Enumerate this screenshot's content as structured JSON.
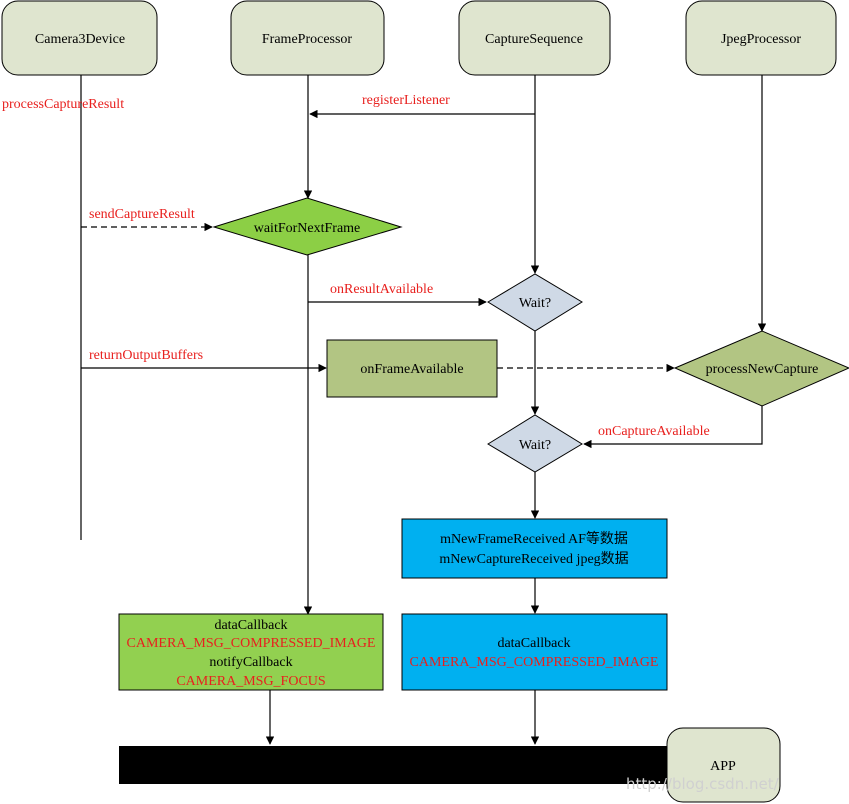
{
  "lanes": {
    "camera3device": "Camera3Device",
    "frameprocessor": "FrameProcessor",
    "capturesequence": "CaptureSequence",
    "jpegprocessor": "JpegProcessor"
  },
  "messages": {
    "process_capture_result": "processCaptureResult",
    "register_listener": "registerListener",
    "send_capture_result": "sendCaptureResult",
    "on_result_available": "onResultAvailable",
    "return_output_buffers": "returnOutputBuffers",
    "on_capture_available": "onCaptureAvailable"
  },
  "nodes": {
    "wait_for_next_frame": "waitForNextFrame",
    "wait_1": "Wait?",
    "on_frame_available": "onFrameAvailable",
    "process_new_capture": "processNewCapture",
    "wait_2": "Wait?"
  },
  "boxes": {
    "received_line1": "mNewFrameReceived AF等数据",
    "received_line2": "mNewCaptureReceived jpeg数据",
    "left_callback_line1": "dataCallback",
    "left_callback_line2": "CAMERA_MSG_COMPRESSED_IMAGE",
    "left_callback_line3": "notifyCallback",
    "left_callback_line4": "CAMERA_MSG_FOCUS",
    "right_callback_line1": "dataCallback",
    "right_callback_line2": "CAMERA_MSG_COMPRESSED_IMAGE"
  },
  "app": "APP",
  "watermark": "http://blog.csdn.net/",
  "colors": {
    "lane_fill": "#dfe5cf",
    "diamond_green": "#8ccf45",
    "diamond_blue": "#cfd9e6",
    "box_olive": "#b2c583",
    "box_cyan": "#00b0f0",
    "box_green": "#92d050",
    "red_text": "#e8201e"
  }
}
